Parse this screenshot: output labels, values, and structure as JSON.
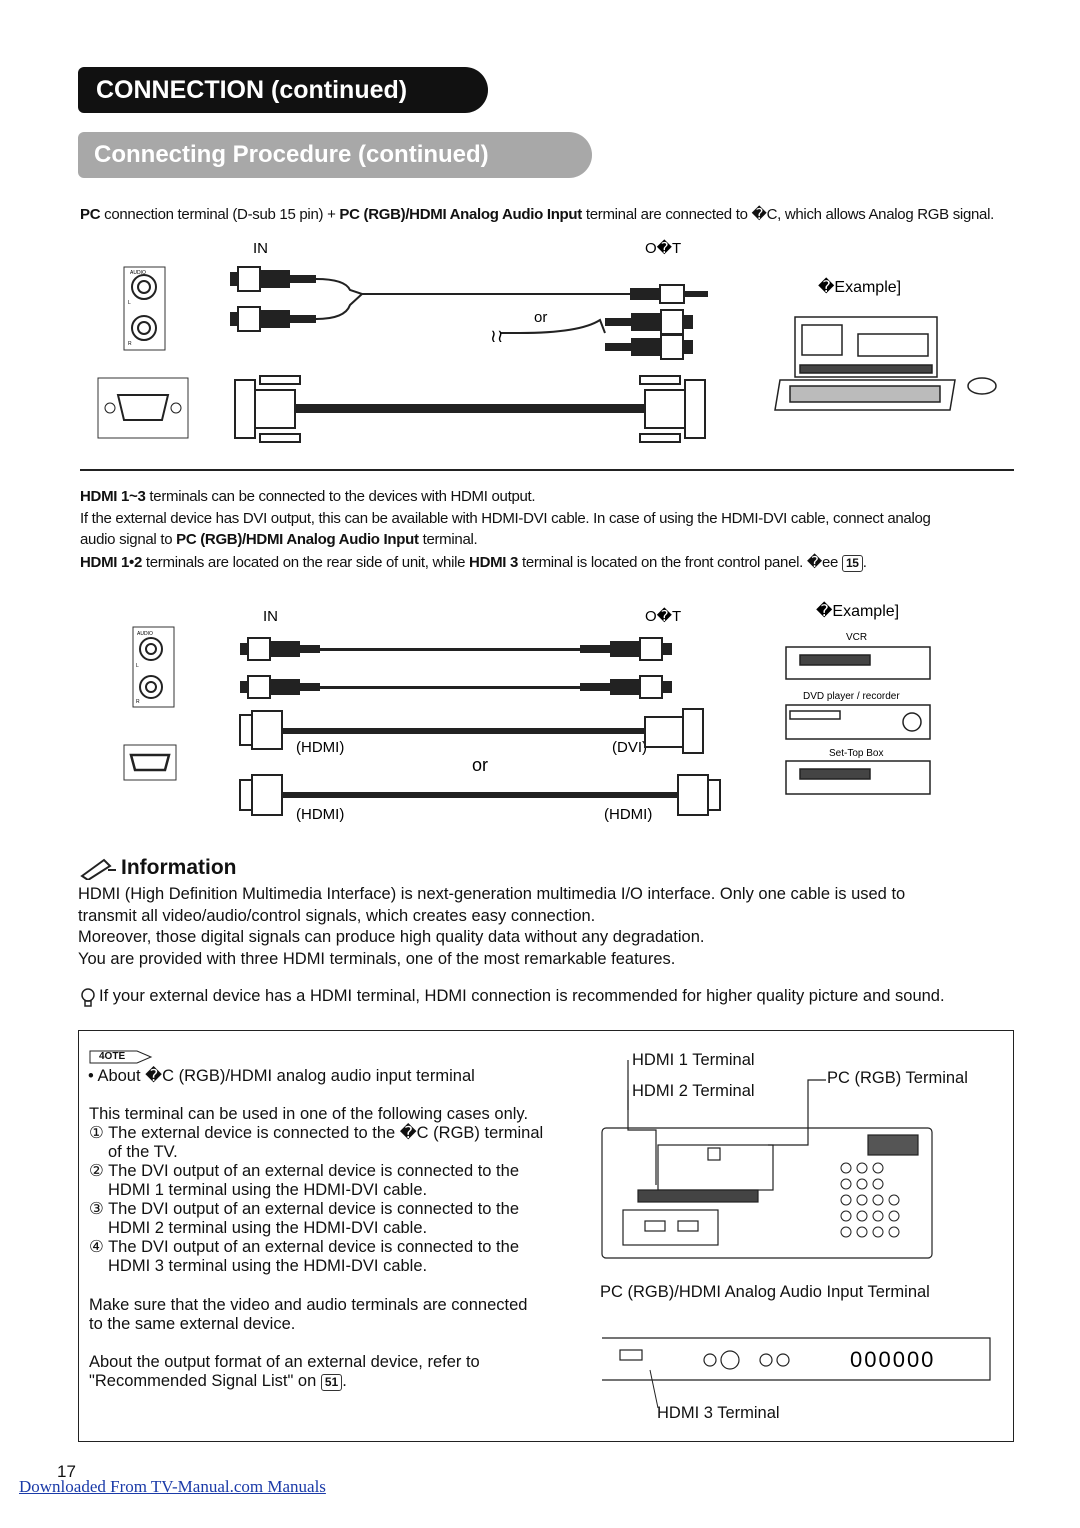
{
  "header": {
    "section_title": "CONNECTION (continued)",
    "sub_title": "Connecting Procedure (continued)"
  },
  "pc_section": {
    "intro_bold1": "PC",
    "intro_text1": " connection terminal (D-sub 15 pin) + ",
    "intro_bold2": "PC (RGB)/HDMI Analog Audio Input",
    "intro_text2": " terminal are connected to �C, which allows Analog RGB signal.",
    "in_label": "IN",
    "out_label": "O�T",
    "example_label": "�Example]",
    "or_label": "or",
    "audio_label": "AUDIO",
    "l_label": "L",
    "r_label": "R"
  },
  "hdmi_section": {
    "line1_bold": "HDMI 1~3",
    "line1_text": " terminals can be connected to the devices with HDMI output.",
    "line2_text": "If the external device has DVI output, this can be available with HDMI-DVI cable. In case of using the HDMI-DVI cable, connect analog",
    "line3_text": "audio signal to ",
    "line3_bold": "PC (RGB)/HDMI Analog Audio Input",
    "line3_end": " terminal.",
    "line4_bold1": "HDMI 1•2",
    "line4_text1": " terminals are located on the rear side of unit, while ",
    "line4_bold2": "HDMI 3",
    "line4_text2": " terminal is located on the front control panel. �ee ",
    "line4_page": "15",
    "line4_end": ".",
    "in_label": "IN",
    "out_label": "O�T",
    "example_label": "�Example]",
    "vcr_label": "VCR",
    "dvd_label": "DVD player / recorder",
    "stb_label": "Set-Top Box",
    "hdmi_label_1": "(HDMI)",
    "dvi_label": "(DVI)",
    "or_label": "or",
    "hdmi_label_2": "(HDMI)",
    "hdmi_label_3": "(HDMI)",
    "audio_label": "AUDIO",
    "l_label": "L",
    "r_label": "R"
  },
  "information": {
    "title": "Information",
    "para1": "HDMI (High Definition Multimedia Interface) is next-generation multimedia I/O interface. Only one cable is used to",
    "para1b": "transmit all video/audio/control signals, which creates easy connection.",
    "para2": "Moreover, those digital signals can produce high quality data without any degradation.",
    "para3": "You are provided with three HDMI terminals, one of the most remarkable features.",
    "tip": "If your external device has a HDMI terminal, HDMI connection is recommended for higher quality picture and sound."
  },
  "note": {
    "badge": "4OTE",
    "bullet": "• About �C (RGB)/HDMI analog audio input terminal",
    "lead": "This terminal can be used in one of the following cases only.",
    "item1a": "① The external device is connected to the �C (RGB) terminal",
    "item1b": "of the TV.",
    "item2a": "② The DVI output of an external device is connected to the",
    "item2b": "HDMI 1 terminal using the HDMI-DVI cable.",
    "item3a": "③ The DVI output of an external device is connected to the",
    "item3b": "HDMI 2 terminal using the HDMI-DVI cable.",
    "item4a": "④ The DVI output of an external device is connected to the",
    "item4b": "HDMI 3 terminal using the HDMI-DVI cable.",
    "same1": "Make sure that the video and audio terminals are connected",
    "same2": "to the same external device.",
    "about1": "About the output format of an external device, refer to",
    "about2": "\"Recommended Signal List\" on ",
    "about_page": "51",
    "about_end": ".",
    "hdmi1_terminal": "HDMI 1 Terminal",
    "hdmi2_terminal": "HDMI 2 Terminal",
    "pc_rgb_terminal": "PC (RGB) Terminal",
    "audio_terminal": "PC (RGB)/HDMI Analog Audio Input Terminal",
    "hdmi3_terminal": "HDMI 3 Terminal",
    "panel_digits": "000000"
  },
  "footer": {
    "page_number": "17",
    "link": "Downloaded From TV-Manual.com Manuals"
  }
}
